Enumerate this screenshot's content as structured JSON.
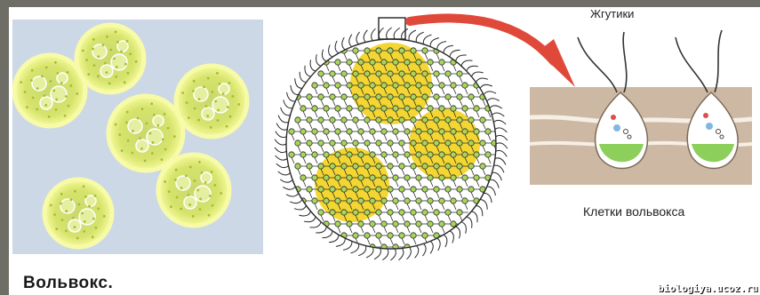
{
  "captions": {
    "main": "Вольвокс.",
    "flagella": "Жгутики",
    "cells": "Клетки вольвокса"
  },
  "watermark": "biologiya.ucoz.ru",
  "colors": {
    "background_frame": "#6e6e66",
    "colony_panel": "#cdd8e6",
    "colony_body": "#d9e86a",
    "colony_glow": "#f3f79a",
    "sphere_patch": "#f2d21c",
    "arrow": "#e0493a",
    "cell_wall": "#b8a48e",
    "chloroplast": "#7cc34a"
  },
  "icons": {
    "arrow": "curved-arrow-icon",
    "zoom_box": "zoom-box-icon"
  }
}
